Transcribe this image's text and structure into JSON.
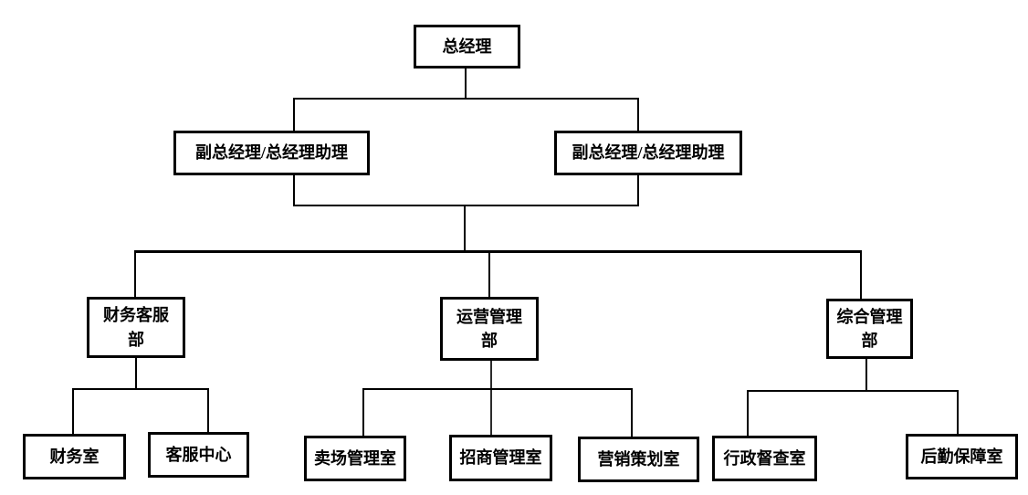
{
  "diagram": {
    "type": "org-chart",
    "title": "",
    "colors": {
      "background": "#ffffff",
      "box_border": "#000000",
      "box_fill": "#ffffff",
      "text": "#000000",
      "connector": "#000000"
    },
    "nodes": {
      "gm": {
        "label": "总经理"
      },
      "vp_left": {
        "label": "副总经理/总经理助理"
      },
      "vp_right": {
        "label": "副总经理/总经理助理"
      },
      "dept_finance_cs": {
        "label": "财务客服\n部"
      },
      "dept_ops": {
        "label": "运营管理\n部"
      },
      "dept_general": {
        "label": "综合管理\n部"
      },
      "office_finance": {
        "label": "财务室"
      },
      "office_cs": {
        "label": "客服中心"
      },
      "office_store": {
        "label": "卖场管理室"
      },
      "office_merchant": {
        "label": "招商管理室"
      },
      "office_marketing": {
        "label": "营销策划室"
      },
      "office_admin": {
        "label": "行政督查室"
      },
      "office_logistics": {
        "label": "后勤保障室"
      }
    },
    "structure": {
      "gm": [
        "vp_left",
        "vp_right"
      ],
      "vp_left,vp_right": [
        "dept_finance_cs",
        "dept_ops",
        "dept_general"
      ],
      "dept_finance_cs": [
        "office_finance",
        "office_cs"
      ],
      "dept_ops": [
        "office_store",
        "office_merchant",
        "office_marketing"
      ],
      "dept_general": [
        "office_admin",
        "office_logistics"
      ]
    }
  }
}
